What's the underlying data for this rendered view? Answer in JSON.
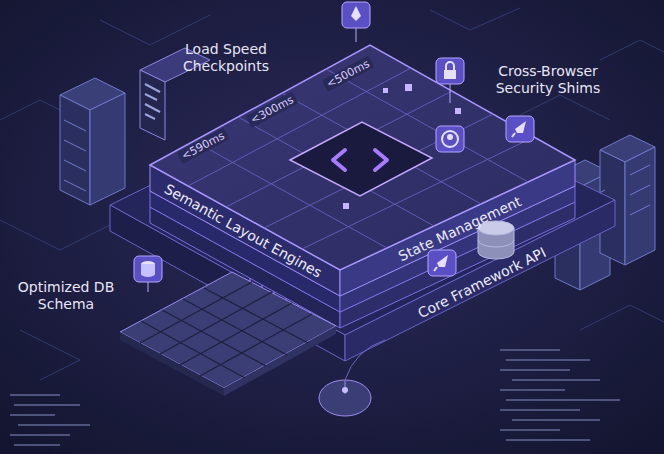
{
  "diagram": {
    "labels": [
      "Load Speed Checkpoints",
      "Cross-Browser Security Shims",
      "<500ms",
      "<300ms",
      "<590ms",
      "Semantic Layout Engines",
      "State Management",
      "Optimized DB Schema",
      "Core Framework API"
    ]
  }
}
